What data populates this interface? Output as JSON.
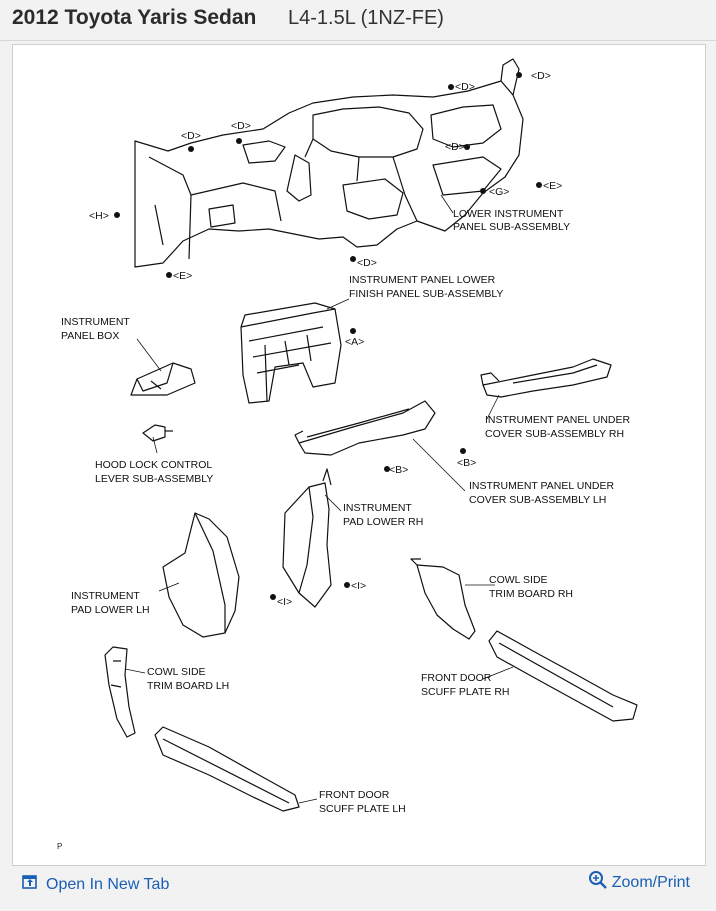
{
  "header": {
    "title_bold": "2012 Toyota Yaris Sedan",
    "title_engine": "L4-1.5L (1NZ-FE)"
  },
  "labels": {
    "lower_panel_1": "LOWER INSTRUMENT",
    "lower_panel_2": "PANEL SUB-ASSEMBLY",
    "finish_panel_1": "INSTRUMENT PANEL LOWER",
    "finish_panel_2": "FINISH PANEL SUB-ASSEMBLY",
    "panel_box_1": "INSTRUMENT",
    "panel_box_2": "PANEL BOX",
    "under_rh_1": "INSTRUMENT PANEL UNDER",
    "under_rh_2": "COVER SUB-ASSEMBLY RH",
    "hood_1": "HOOD LOCK CONTROL",
    "hood_2": "LEVER SUB-ASSEMBLY",
    "under_lh_1": "INSTRUMENT PANEL UNDER",
    "under_lh_2": "COVER SUB-ASSEMBLY LH",
    "pad_rh_1": "INSTRUMENT",
    "pad_rh_2": "PAD LOWER RH",
    "pad_lh_1": "INSTRUMENT",
    "pad_lh_2": "PAD LOWER LH",
    "cowl_rh_1": "COWL SIDE",
    "cowl_rh_2": "TRIM BOARD RH",
    "cowl_lh_1": "COWL SIDE",
    "cowl_lh_2": "TRIM BOARD LH",
    "scuff_rh_1": "FRONT DOOR",
    "scuff_rh_2": "SCUFF PLATE RH",
    "scuff_lh_1": "FRONT DOOR",
    "scuff_lh_2": "SCUFF PLATE LH",
    "page_mark": "P"
  },
  "fasteners": {
    "d": "<D>",
    "h": "<H>",
    "e": "<E>",
    "g": "<G>",
    "a": "<A>",
    "b": "<B>",
    "i": "<I>"
  },
  "footer": {
    "open_tab": "Open In New Tab",
    "zoom_print": "Zoom/Print"
  },
  "colors": {
    "link": "#1a5fb4"
  },
  "icons": {
    "open_tab": "open-new-tab-icon",
    "zoom": "magnifier-plus-icon"
  }
}
